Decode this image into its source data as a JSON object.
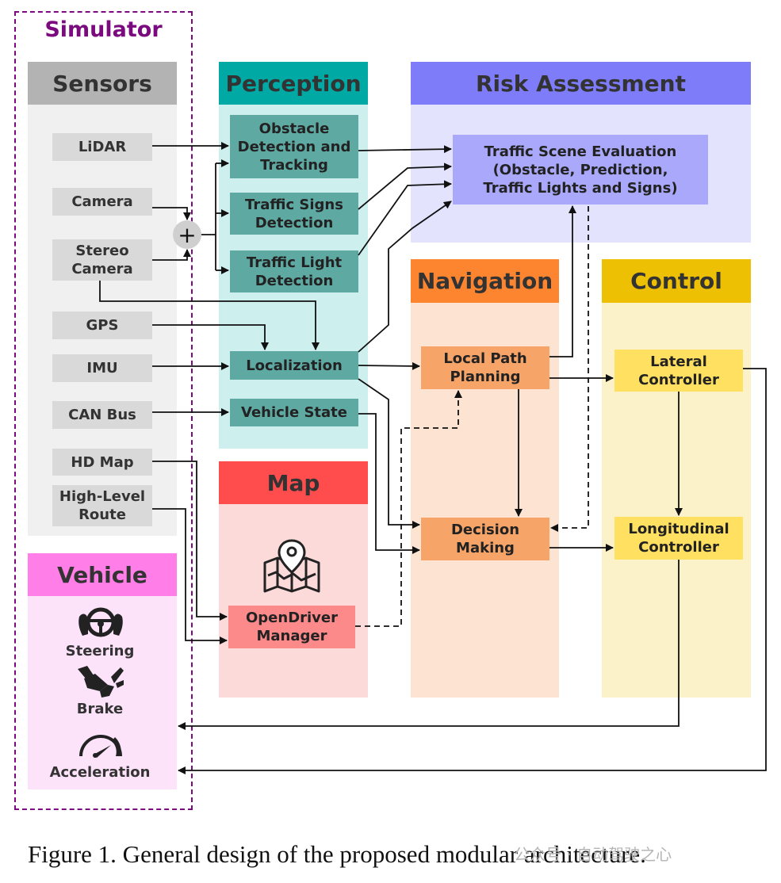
{
  "simulator": {
    "title": "Simulator",
    "sensors": {
      "title": "Sensors",
      "items": [
        "LiDAR",
        "Camera",
        "Stereo\nCamera",
        "GPS",
        "IMU",
        "CAN Bus",
        "HD Map",
        "High-Level\nRoute"
      ]
    },
    "vehicle": {
      "title": "Vehicle",
      "items": [
        {
          "label": "Steering",
          "icon": "steering-wheel-icon"
        },
        {
          "label": "Brake",
          "icon": "brake-pedal-icon"
        },
        {
          "label": "Acceleration",
          "icon": "speedometer-icon"
        }
      ]
    }
  },
  "perception": {
    "title": "Perception",
    "items": [
      "Obstacle\nDetection and\nTracking",
      "Traffic Signs\nDetection",
      "Traffic Light\nDetection",
      "Localization",
      "Vehicle State"
    ],
    "fusion_symbol": "+"
  },
  "map": {
    "title": "Map",
    "icon": "map-pin-icon",
    "item": "OpenDriver\nManager"
  },
  "risk": {
    "title": "Risk Assessment",
    "item": "Traffic Scene Evaluation\n(Obstacle, Prediction,\nTraffic Lights and Signs)"
  },
  "navigation": {
    "title": "Navigation",
    "items": [
      "Local Path\nPlanning",
      "Decision\nMaking"
    ]
  },
  "control": {
    "title": "Control",
    "items": [
      "Lateral\nController",
      "Longitudinal\nController"
    ]
  },
  "caption": "Figure 1.  General design of the proposed modular architecture.",
  "watermark": "公众号 · 自动驾驶之心",
  "colors": {
    "simulator": "#7b0a7f",
    "sensors_header": "#b3b3b3",
    "perception_header": "#00a9a3",
    "risk_header": "#7e7cf9",
    "navigation_header": "#fe8530",
    "control_header": "#eec003",
    "map_header": "#ff4d4d",
    "vehicle_header": "#ff7ee7"
  }
}
